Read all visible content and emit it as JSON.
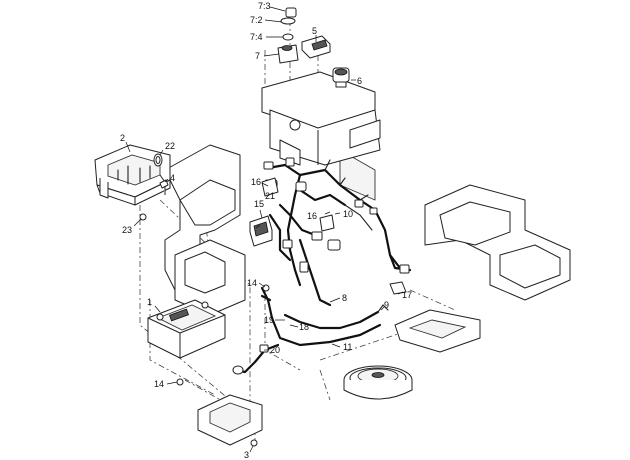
{
  "callouts": {
    "c7_3": "7:3",
    "c7_2": "7:2",
    "c7_4": "7:4",
    "c7": "7",
    "c5": "5",
    "c6": "6",
    "c2": "2",
    "c22": "22",
    "c4": "4",
    "c23": "23",
    "c16a": "16",
    "c15": "15",
    "c21": "21",
    "c16b": "16",
    "c10": "10",
    "c14a": "14",
    "c1": "1",
    "c8": "8",
    "c9": "9",
    "c17": "17",
    "c19": "19",
    "c18": "18",
    "c20": "20",
    "c11": "11",
    "c14b": "14",
    "c3": "3"
  }
}
